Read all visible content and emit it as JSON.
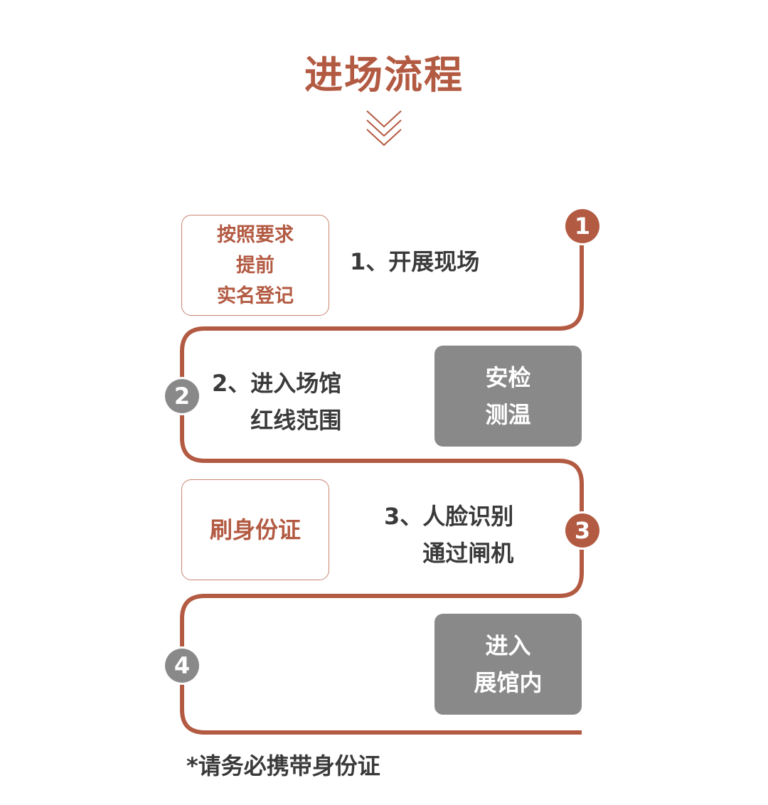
{
  "title": "进场流程",
  "colors": {
    "accent": "#b35a42",
    "gray": "#898989",
    "text": "#3a3a3a"
  },
  "icons": {
    "chevrons": "triple-chevron-down-icon"
  },
  "steps": [
    {
      "number": "1",
      "text_lines": [
        "1、开展现场"
      ],
      "box_type": "outline",
      "box_lines": [
        "按照要求",
        "提前",
        "实名登记"
      ]
    },
    {
      "number": "2",
      "text_lines": [
        "2、进入场馆",
        "红线范围"
      ],
      "box_type": "filled",
      "box_lines": [
        "安检",
        "测温"
      ]
    },
    {
      "number": "3",
      "text_lines": [
        "3、人脸识别",
        "通过闸机"
      ],
      "box_type": "outline",
      "box_lines": [
        "刷身份证"
      ]
    },
    {
      "number": "4",
      "text_lines": [],
      "box_type": "filled",
      "box_lines": [
        "进入",
        "展馆内"
      ]
    }
  ],
  "note": "*请务必携带身份证"
}
